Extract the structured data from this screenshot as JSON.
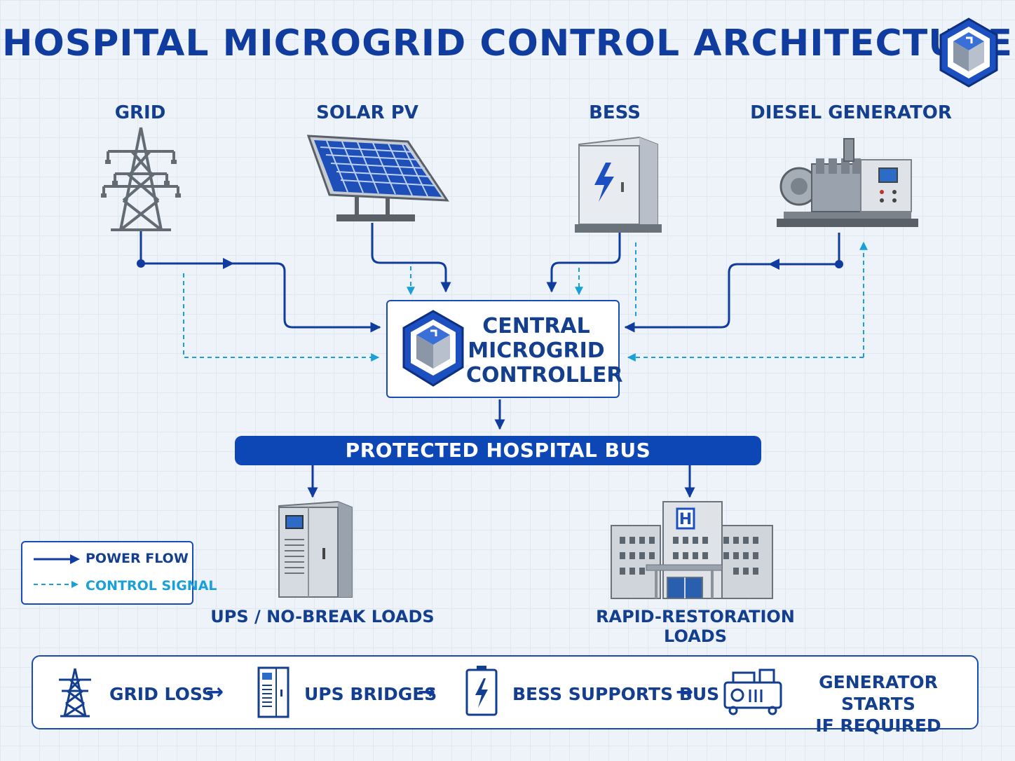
{
  "title": "HOSPITAL MICROGRID CONTROL ARCHITECTURE",
  "sources": {
    "grid": "GRID",
    "solar": "SOLAR PV",
    "bess": "BESS",
    "diesel": "DIESEL GENERATOR"
  },
  "controller": {
    "line1": "CENTRAL",
    "line2": "MICROGRID",
    "line3": "CONTROLLER"
  },
  "bus_label": "PROTECTED HOSPITAL BUS",
  "loads": {
    "ups": "UPS / NO-BREAK LOADS",
    "rapid": "RAPID-RESTORATION LOADS"
  },
  "legend": {
    "power": "POWER FLOW",
    "control": "CONTROL SIGNAL"
  },
  "sequence": {
    "step1": "GRID LOSS",
    "step2": "UPS BRIDGES",
    "step3": "BESS SUPPORTS BUS",
    "step4_line1": "GENERATOR STARTS",
    "step4_line2": "IF REQUIRED",
    "arrow": "→"
  },
  "colors": {
    "power": "#0f3c9e",
    "control": "#1aa0d8",
    "bus": "#0d46b5",
    "text": "#143f8f"
  },
  "icons": [
    "logo-cube-icon",
    "transmission-tower-icon",
    "solar-panel-icon",
    "battery-cabinet-icon",
    "diesel-generator-icon",
    "ups-cabinet-icon",
    "hospital-building-icon",
    "battery-icon",
    "generator-icon"
  ]
}
